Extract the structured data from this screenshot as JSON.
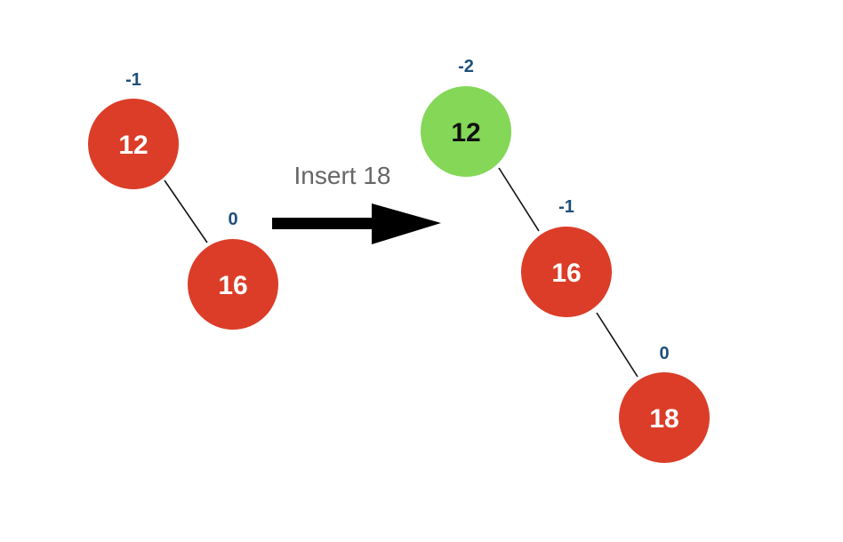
{
  "colors": {
    "node_default": "#db3d28",
    "node_highlight": "#84d757",
    "node_text_default": "#ffffff",
    "node_text_highlight": "#111111",
    "balance_factor": "#1e4f7a",
    "edge": "#111111",
    "arrow": "#000000",
    "caption": "#666666"
  },
  "before": {
    "nodes": [
      {
        "value": "12",
        "balance": "-1",
        "highlight": false
      },
      {
        "value": "16",
        "balance": "0",
        "highlight": false
      }
    ]
  },
  "transition": {
    "label": "Insert 18",
    "arrow_icon": "right-arrow-icon"
  },
  "after": {
    "nodes": [
      {
        "value": "12",
        "balance": "-2",
        "highlight": true
      },
      {
        "value": "16",
        "balance": "-1",
        "highlight": false
      },
      {
        "value": "18",
        "balance": "0",
        "highlight": false
      }
    ]
  }
}
